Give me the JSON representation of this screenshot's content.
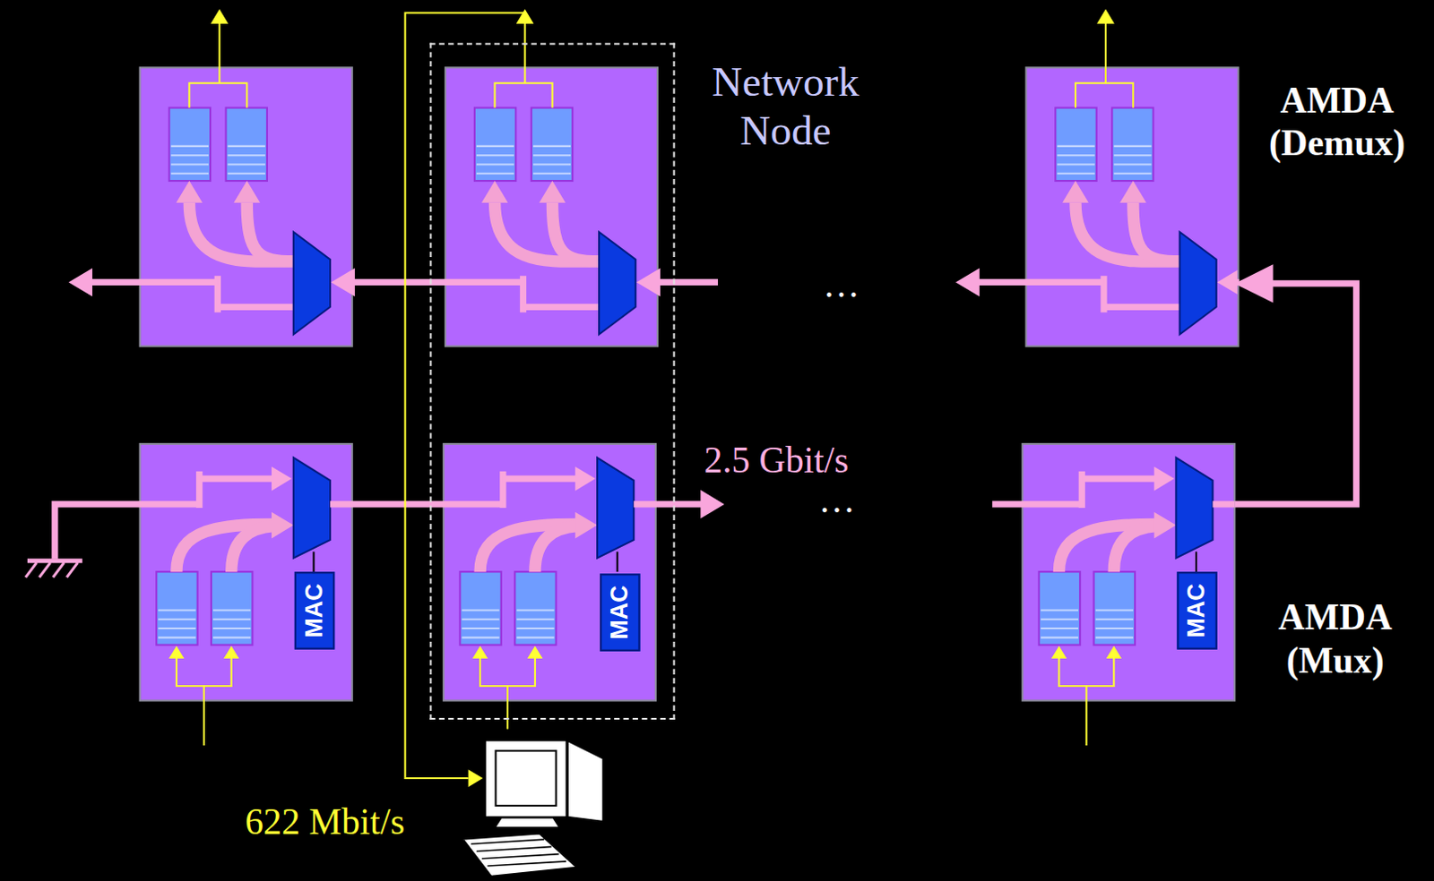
{
  "diagram": {
    "nodes": [
      {
        "text": [
          "Network Node"
        ]
      },
      {
        "text": [
          "AMDA (Demux)"
        ]
      },
      {
        "text": [
          "MAC"
        ]
      },
      {
        "text": [
          "MAC"
        ],
        "in": 0
      },
      {
        "text": [
          "AMDA (Mux)"
        ]
      },
      {
        "text": [
          "MAC"
        ],
        "in": 4
      }
    ],
    "edges": [
      {
        "from": 4,
        "to": 1,
        "arrow": "to"
      }
    ],
    "labels": [
      "2.5 Gbit/s",
      "622 Mbit/s",
      "…",
      "…"
    ]
  }
}
